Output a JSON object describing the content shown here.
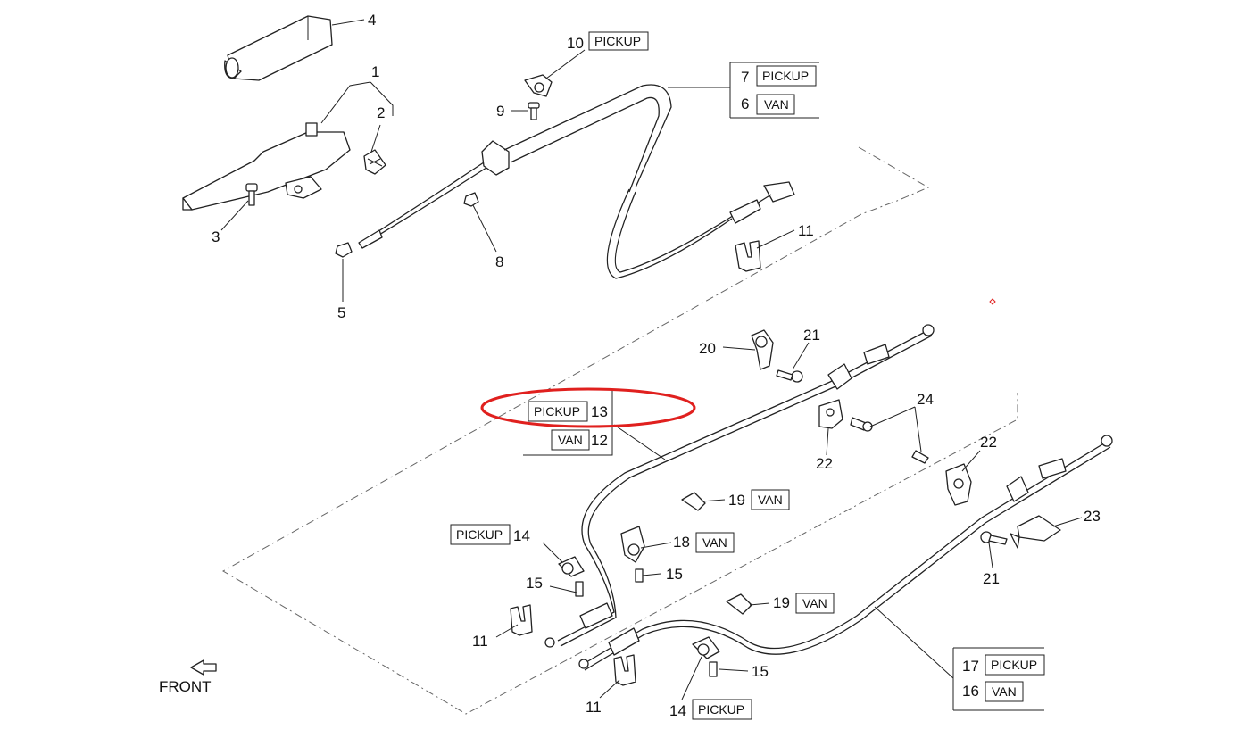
{
  "callouts": [
    {
      "id": "c1",
      "number": "1"
    },
    {
      "id": "c2",
      "number": "2"
    },
    {
      "id": "c3",
      "number": "3"
    },
    {
      "id": "c4",
      "number": "4"
    },
    {
      "id": "c5",
      "number": "5"
    },
    {
      "id": "c8",
      "number": "8"
    },
    {
      "id": "c9",
      "number": "9"
    },
    {
      "id": "c10",
      "number": "10",
      "variant": "PICKUP"
    },
    {
      "id": "c7",
      "number": "7",
      "variant": "PICKUP"
    },
    {
      "id": "c6",
      "number": "6",
      "variant": "VAN"
    },
    {
      "id": "c11a",
      "number": "11"
    },
    {
      "id": "c20",
      "number": "20"
    },
    {
      "id": "c21a",
      "number": "21"
    },
    {
      "id": "c13",
      "number": "13",
      "variant": "PICKUP"
    },
    {
      "id": "c12",
      "number": "12",
      "variant": "VAN"
    },
    {
      "id": "c24",
      "number": "24"
    },
    {
      "id": "c22a",
      "number": "22"
    },
    {
      "id": "c22b",
      "number": "22"
    },
    {
      "id": "c19a",
      "number": "19",
      "variant": "VAN"
    },
    {
      "id": "c14a",
      "number": "14",
      "variant": "PICKUP"
    },
    {
      "id": "c18",
      "number": "18",
      "variant": "VAN"
    },
    {
      "id": "c15a",
      "number": "15"
    },
    {
      "id": "c15b",
      "number": "15"
    },
    {
      "id": "c23",
      "number": "23"
    },
    {
      "id": "c21b",
      "number": "21"
    },
    {
      "id": "c19b",
      "number": "19",
      "variant": "VAN"
    },
    {
      "id": "c11b",
      "number": "11"
    },
    {
      "id": "c11c",
      "number": "11"
    },
    {
      "id": "c15c",
      "number": "15"
    },
    {
      "id": "c14b",
      "number": "14",
      "variant": "PICKUP"
    },
    {
      "id": "c17",
      "number": "17",
      "variant": "PICKUP"
    },
    {
      "id": "c16",
      "number": "16",
      "variant": "VAN"
    }
  ],
  "front_label": "FRONT",
  "highlight": {
    "target": "c13",
    "color": "#e0201e"
  },
  "colors": {
    "line": "#222222",
    "dash": "#666666",
    "highlight": "#e0201e"
  }
}
